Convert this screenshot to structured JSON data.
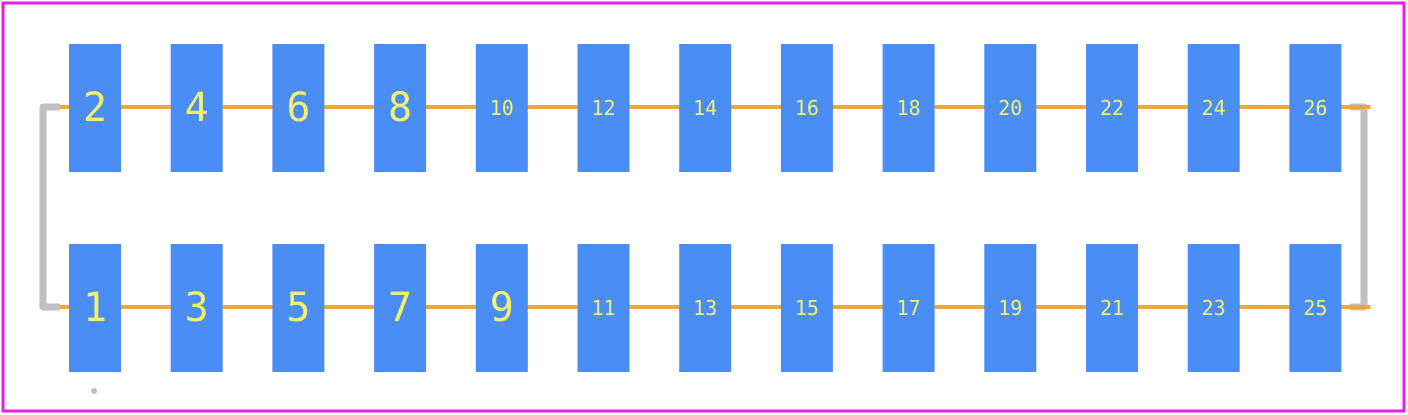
{
  "colors": {
    "background": "#ffffff",
    "border": "#e81ee8",
    "pad": "#4a8ef5",
    "trace": "#f5a632",
    "outline": "#c0c0c0",
    "label": "#f2f06a"
  },
  "pins": {
    "top_row": [
      "2",
      "4",
      "6",
      "8",
      "10",
      "12",
      "14",
      "16",
      "18",
      "20",
      "22",
      "24",
      "26"
    ],
    "bottom_row": [
      "1",
      "3",
      "5",
      "7",
      "9",
      "11",
      "13",
      "15",
      "17",
      "19",
      "21",
      "23",
      "25"
    ]
  }
}
